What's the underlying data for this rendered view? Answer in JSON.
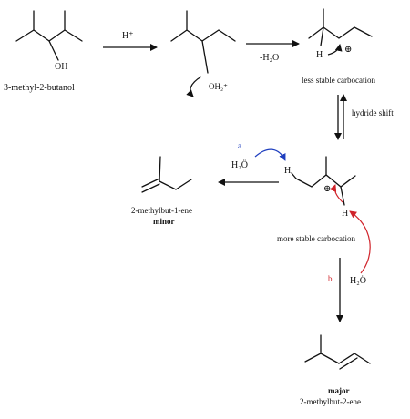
{
  "labels": {
    "reactant_oh": "OH",
    "reactant_name": "3-methyl-2-butanol",
    "acid": "H⁺",
    "oh2": "OH₂⁺",
    "minus_water": "-H₂O",
    "h_less": "H",
    "plus": "⊕",
    "less_stable": "less stable carbocation",
    "hydride_shift": "hydride shift",
    "path_a": "a",
    "water_a": "H₂Ö",
    "h_a": "H",
    "plus_more": "⊕",
    "h_more": "H",
    "product_minor_name": "2-methylbut-1-ene",
    "minor": "minor",
    "more_stable": "more stable carbocation",
    "path_b": "b",
    "water_b": "H₂Ö",
    "major": "major",
    "product_major_name": "2-methylbut-2-ene"
  },
  "colors": {
    "ink": "#111111",
    "path_a": "#1f3fbf",
    "path_b": "#d0232a"
  }
}
